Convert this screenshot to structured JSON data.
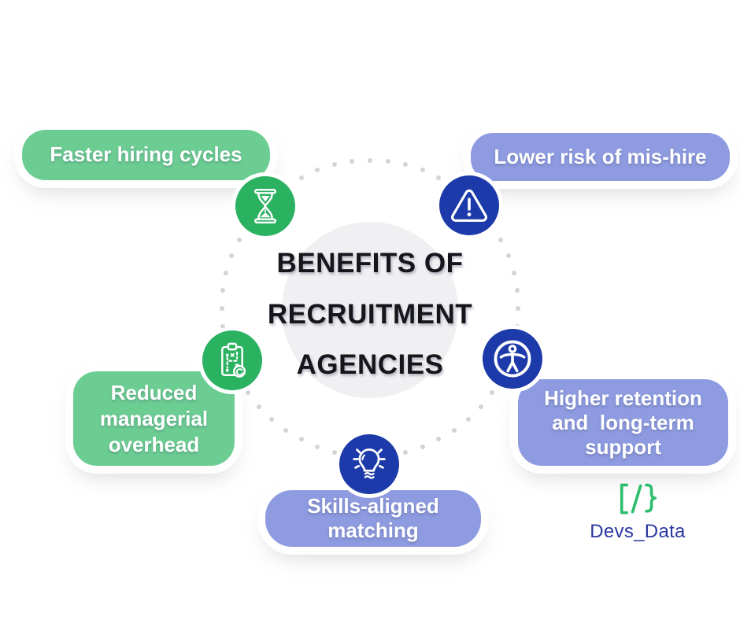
{
  "title": {
    "text": "BENEFITS OF\nRECRUITMENT\nAGENCIES"
  },
  "benefits": [
    {
      "label": "Faster hiring cycles",
      "icon": "hourglass-icon",
      "style": "green"
    },
    {
      "label": "Lower risk of mis-hire",
      "icon": "warning-triangle-icon",
      "style": "purple"
    },
    {
      "label": "Reduced\nmanagerial\noverhead",
      "icon": "strategy-clipboard-icon",
      "style": "green"
    },
    {
      "label": "Higher retention\nand  long-term\nsupport",
      "icon": "accessibility-icon",
      "style": "purple"
    },
    {
      "label": "Skills-aligned\nmatching",
      "icon": "lightbulb-icon",
      "style": "purple"
    }
  ],
  "brand": {
    "logo_mark": "[/}",
    "name": "Devs_Data"
  },
  "colors": {
    "green_pill": "#6CCD93",
    "purple_pill": "#8E9BE0",
    "green_circle": "#2BB261",
    "blue_circle": "#1C3AA9",
    "title_text": "#15161C",
    "brand_green": "#2EBD6E",
    "brand_navy": "#2A38A0",
    "dot_gray": "#D4D4D8",
    "center_circle": "#F0F0F2"
  }
}
